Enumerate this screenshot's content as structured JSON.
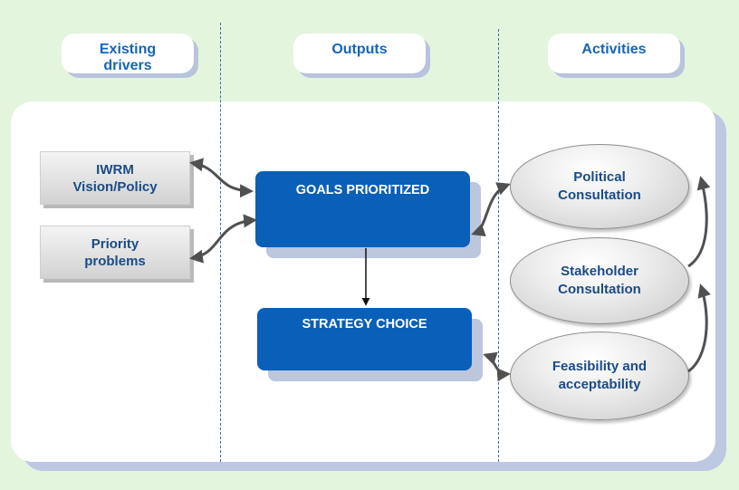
{
  "headers": {
    "existing_drivers": "Existing drivers",
    "outputs": "Outputs",
    "activities": "Activities"
  },
  "drivers": {
    "vision": "IWRM Vision/Policy",
    "problems": "Priority problems"
  },
  "outputs": {
    "goals": "GOALS PRIORITIZED",
    "strategy": "STRATEGY CHOICE"
  },
  "activities": {
    "political": "Political Consultation",
    "stakeholder": "Stakeholder Consultation",
    "feasibility": "Feasibility and acceptability"
  },
  "colors": {
    "background": "#e3f5dd",
    "header_text": "#1565b8",
    "output_box": "#0a5fb8",
    "arrow": "#505050"
  }
}
